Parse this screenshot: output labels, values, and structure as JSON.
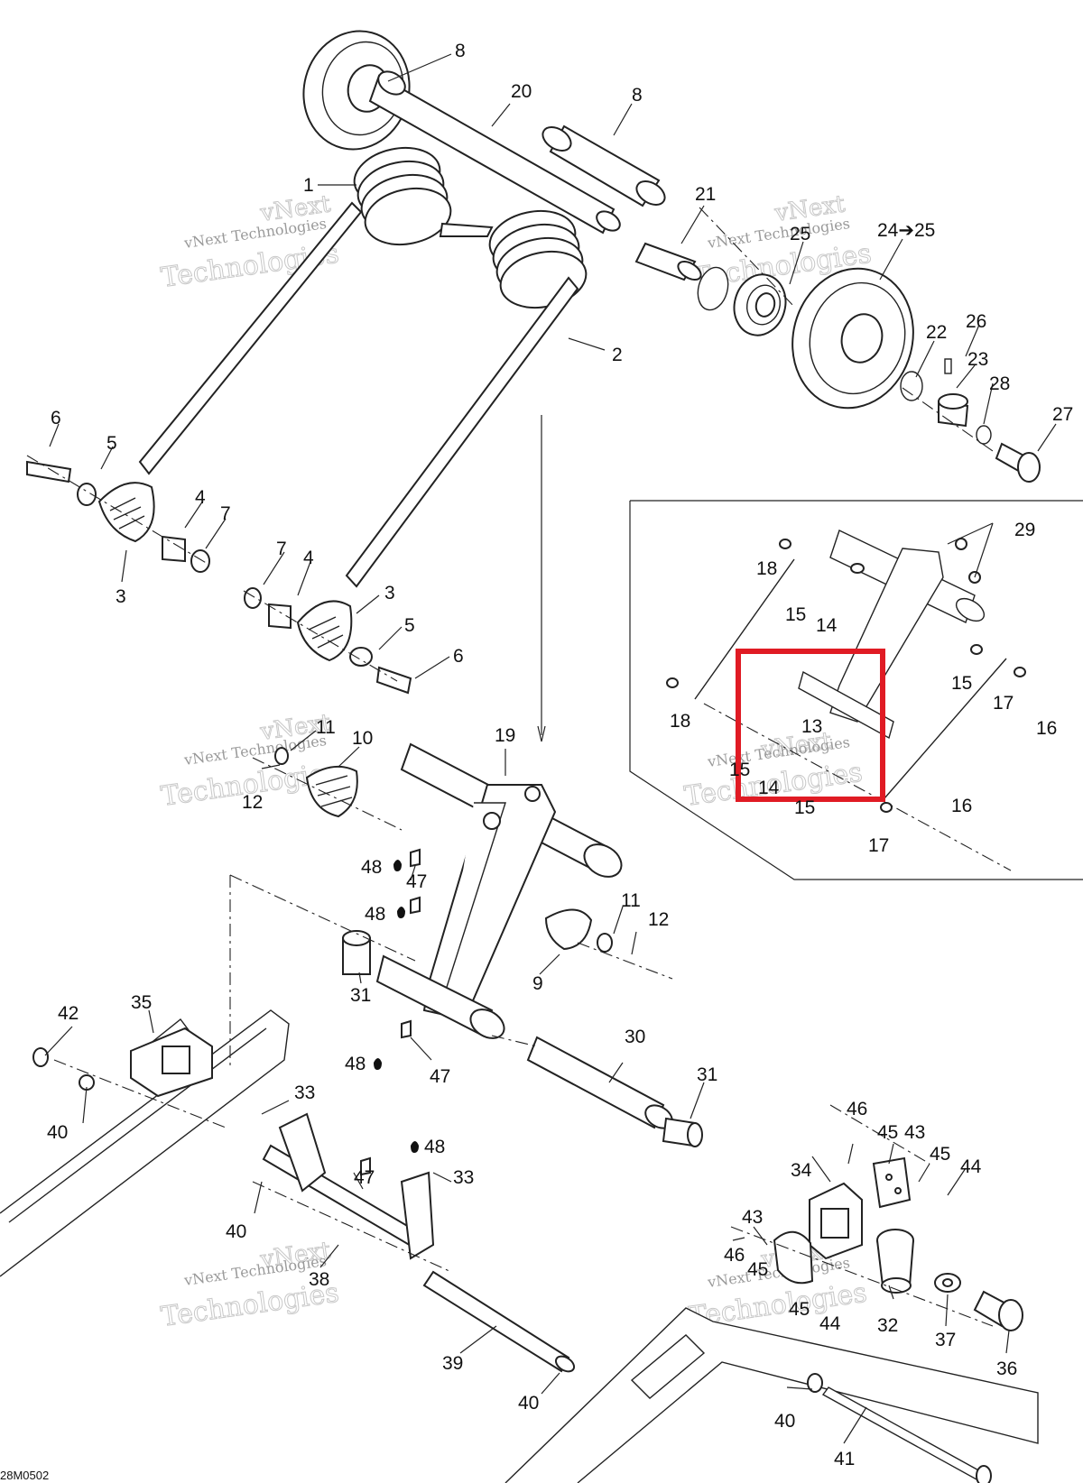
{
  "diagram_code": "28M0502",
  "watermark": {
    "line1": "vNext",
    "line2": "vNext Technologies",
    "line3": "Technologies"
  },
  "colors": {
    "highlight": "#e01b24",
    "ink": "#222222"
  },
  "callouts": {
    "c1": "1",
    "c2": "2",
    "c3a": "3",
    "c3b": "3",
    "c4a": "4",
    "c4b": "4",
    "c5a": "5",
    "c5b": "5",
    "c6a": "6",
    "c6b": "6",
    "c7a": "7",
    "c7b": "7",
    "c8a": "8",
    "c8b": "8",
    "c9": "9",
    "c10": "10",
    "c11a": "11",
    "c11b": "11",
    "c12a": "12",
    "c12b": "12",
    "c13": "13",
    "c14a": "14",
    "c14b": "14",
    "c15a": "15",
    "c15b": "15",
    "c15c": "15",
    "c15d": "15",
    "c16a": "16",
    "c16b": "16",
    "c17a": "17",
    "c17b": "17",
    "c18a": "18",
    "c18b": "18",
    "c19": "19",
    "c20": "20",
    "c21": "21",
    "c22": "22",
    "c23": "23",
    "c24": "24➔25",
    "c25": "25",
    "c26": "26",
    "c27": "27",
    "c28": "28",
    "c29": "29",
    "c30": "30",
    "c31a": "31",
    "c31b": "31",
    "c32": "32",
    "c33a": "33",
    "c33b": "33",
    "c34": "34",
    "c35": "35",
    "c36": "36",
    "c37": "37",
    "c38": "38",
    "c39": "39",
    "c40a": "40",
    "c40b": "40",
    "c40c": "40",
    "c40d": "40",
    "c41": "41",
    "c42": "42",
    "c43a": "43",
    "c43b": "43",
    "c44a": "44",
    "c44b": "44",
    "c45a": "45",
    "c45b": "45",
    "c45c": "45",
    "c45d": "45",
    "c46a": "46",
    "c46b": "46",
    "c47a": "47",
    "c47b": "47",
    "c47c": "47",
    "c48a": "48",
    "c48b": "48",
    "c48c": "48",
    "c48d": "48"
  }
}
